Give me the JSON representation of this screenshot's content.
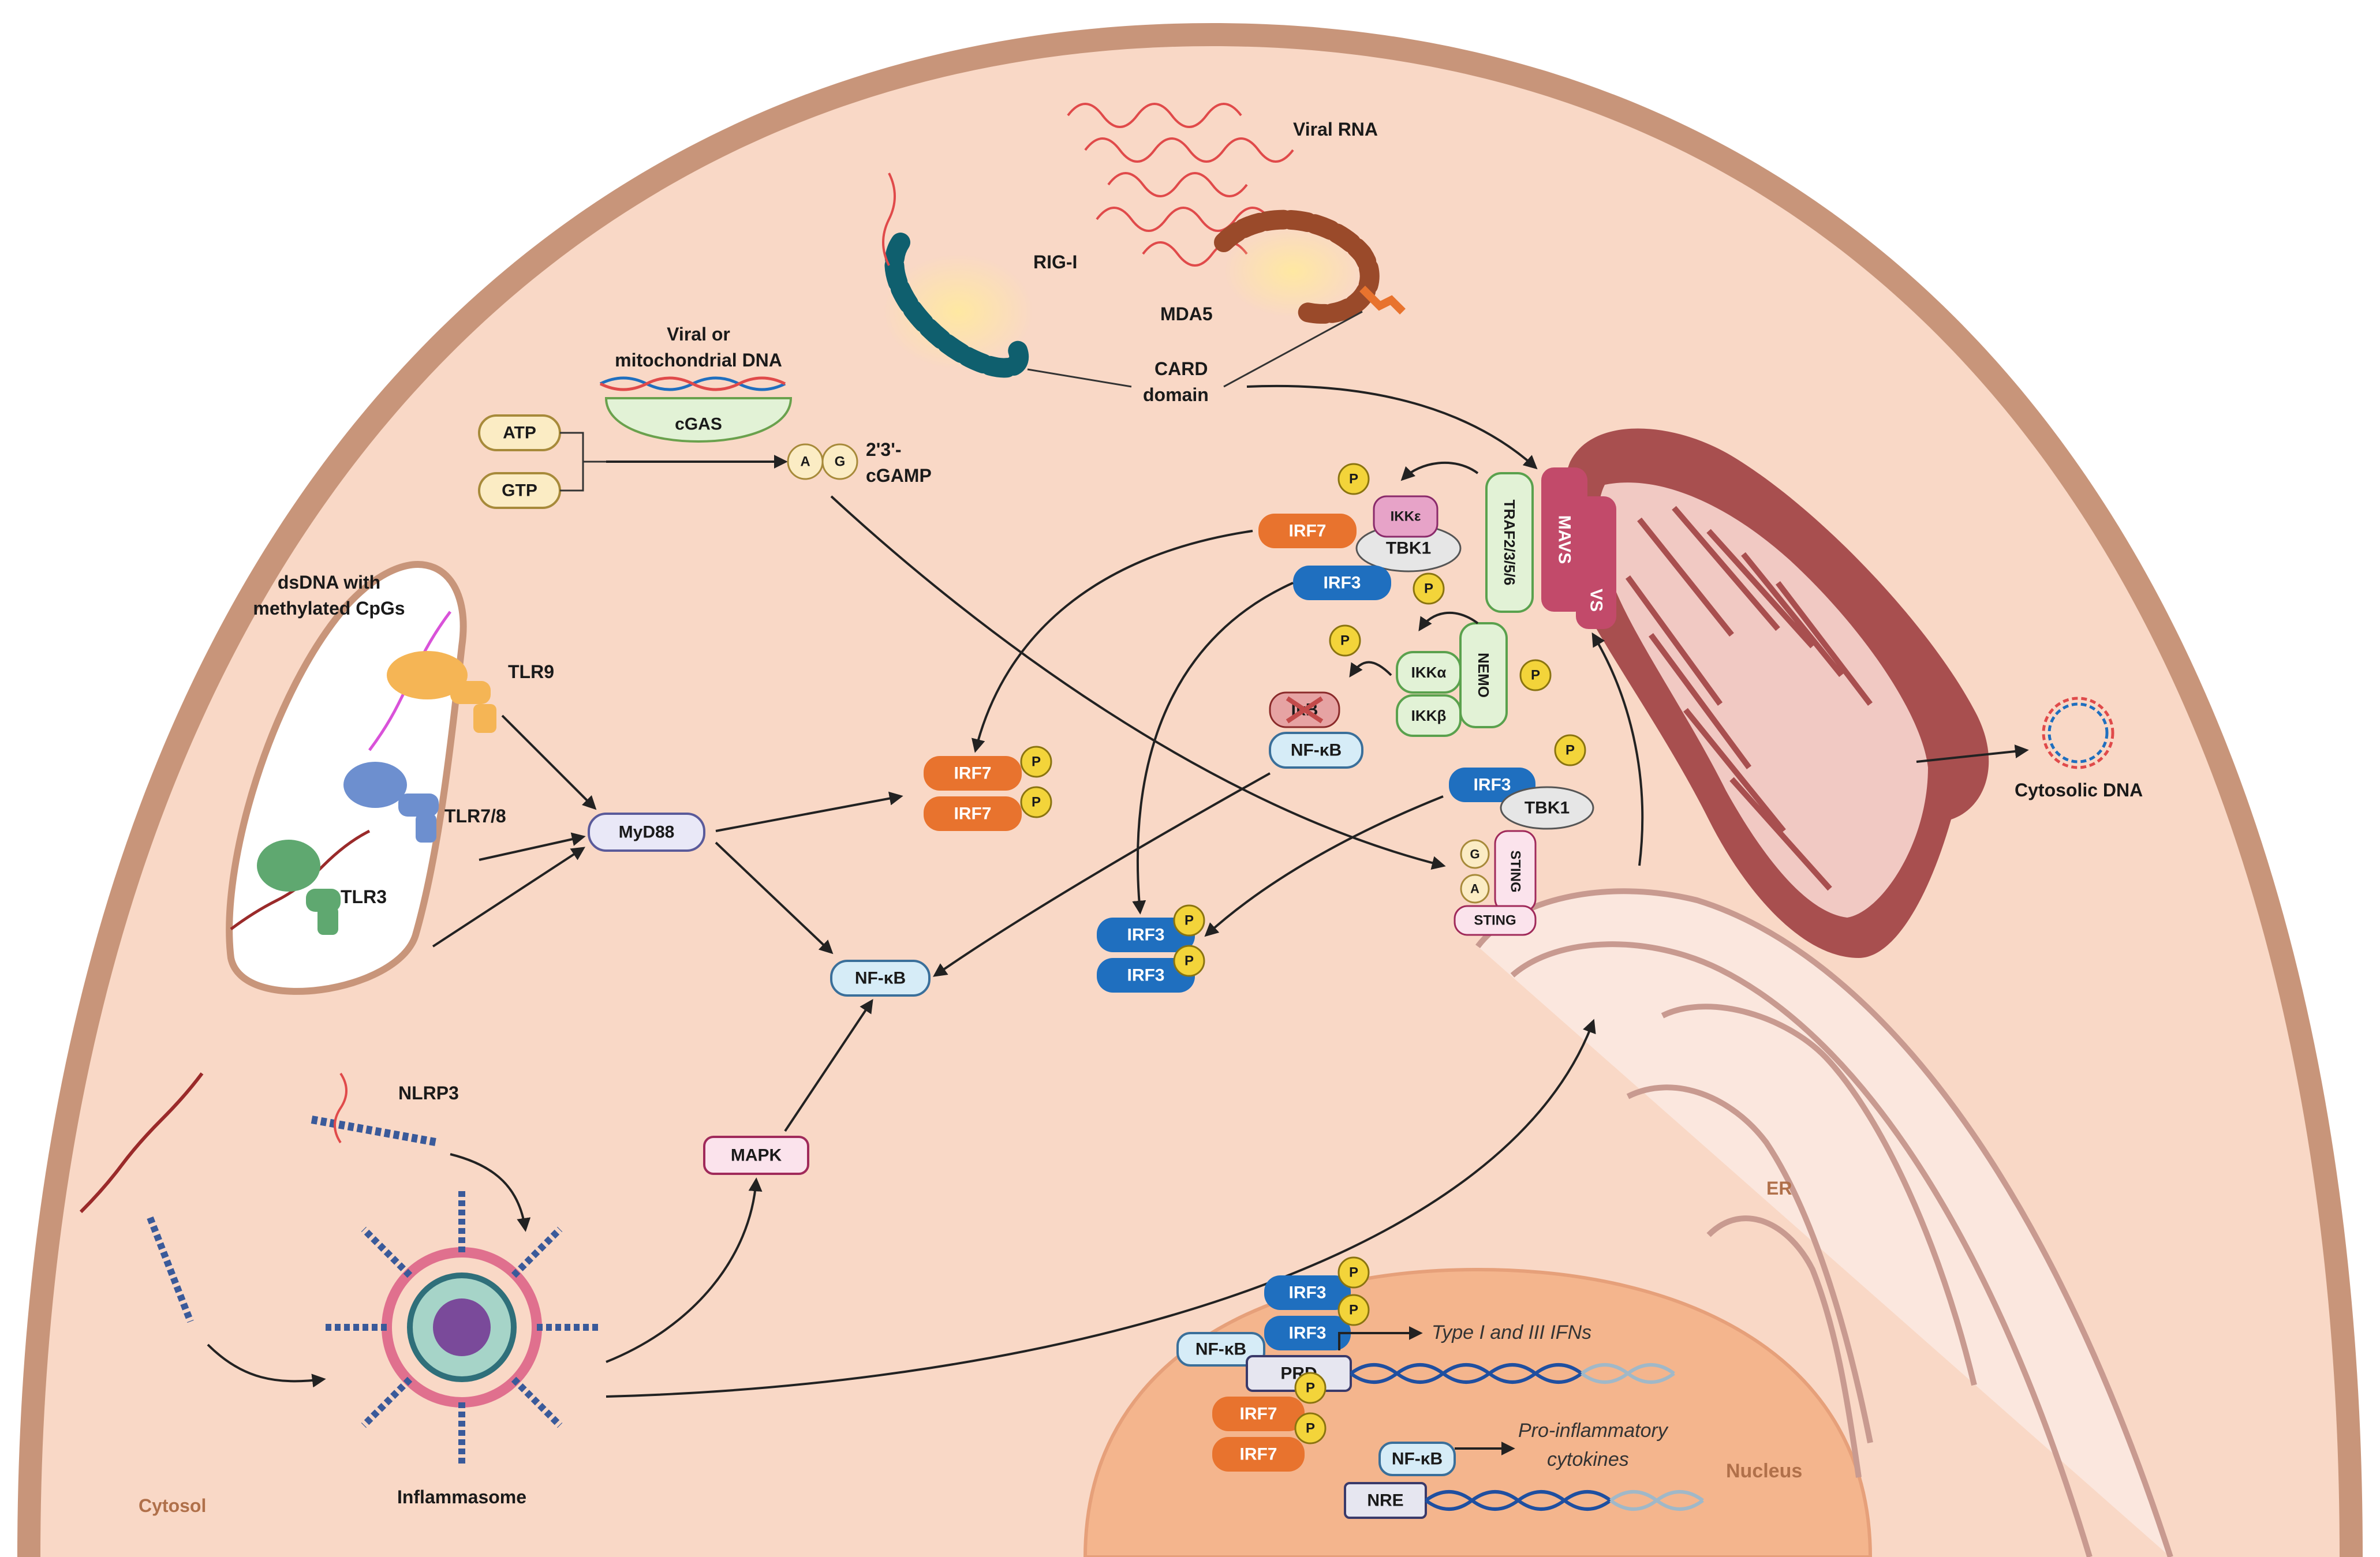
{
  "labels": {
    "viral_rna": "Viral RNA",
    "rig_i": "RIG-I",
    "mda5": "MDA5",
    "card_domain_1": "CARD",
    "card_domain_2": "domain",
    "viral_dna_1": "Viral or",
    "viral_dna_2": "mitochondrial DNA",
    "cgas": "cGAS",
    "atp": "ATP",
    "gtp": "GTP",
    "cgamp_1": "2'3'-",
    "cgamp_2": "cGAMP",
    "a": "A",
    "g": "G",
    "dsdna_1": "dsDNA with",
    "dsdna_2": "methylated CpGs",
    "tlr9": "TLR9",
    "tlr78": "TLR7/8",
    "tlr3": "TLR3",
    "myd88": "MyD88",
    "nfkb": "NF-κB",
    "ikb": "IκB",
    "irf7": "IRF7",
    "irf3": "IRF3",
    "tbk1": "TBK1",
    "ikke": "IKKε",
    "ikka": "IKKα",
    "ikkb": "IKKβ",
    "nemo": "NEMO",
    "traf": "TRAF2/3/5/6",
    "mavs": "MAVS",
    "vs": "VS",
    "sting": "STING",
    "p": "P",
    "cytosolic_dna": "Cytosolic DNA",
    "nlrp3": "NLRP3",
    "mapk": "MAPK",
    "inflammasome": "Inflammasome",
    "cytosol": "Cytosol",
    "er": "ER",
    "nucleus": "Nucleus",
    "prd": "PRD",
    "nre": "NRE",
    "type_ifn": "Type I and III IFNs",
    "proinf_1": "Pro-inflammatory",
    "proinf_2": "cytokines"
  },
  "colors": {
    "cell_membrane": "#c8957a",
    "cytoplasm": "#f9d8c6",
    "nucleus": "#f4b58d",
    "irf7": "#e8732e",
    "irf3": "#1f6fbf",
    "phospho": "#f3d43a",
    "mitochondria": "#a84f4f",
    "er_outline": "#c89a90"
  }
}
